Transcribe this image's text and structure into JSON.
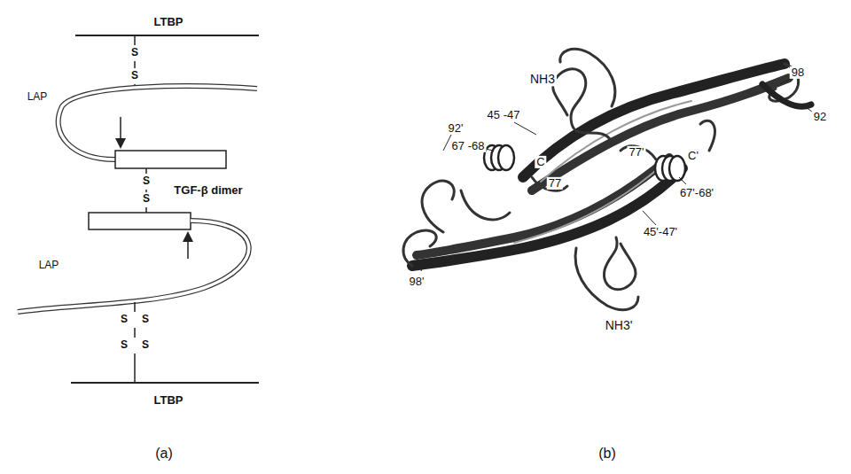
{
  "diagram": {
    "labels": [
      "LTBP",
      "S",
      "S",
      "LAP",
      "S",
      "S",
      "TGF-β dimer",
      "S",
      "S",
      "LAP",
      "S",
      "S",
      "LTBP",
      "NH3",
      "45 -47",
      "67 -68",
      "C",
      "77",
      "77'",
      "C'",
      "67'-68'",
      "45'-47'",
      "NH3'",
      "92'",
      "98'",
      "98",
      "92",
      "(a)",
      "(b)"
    ]
  }
}
